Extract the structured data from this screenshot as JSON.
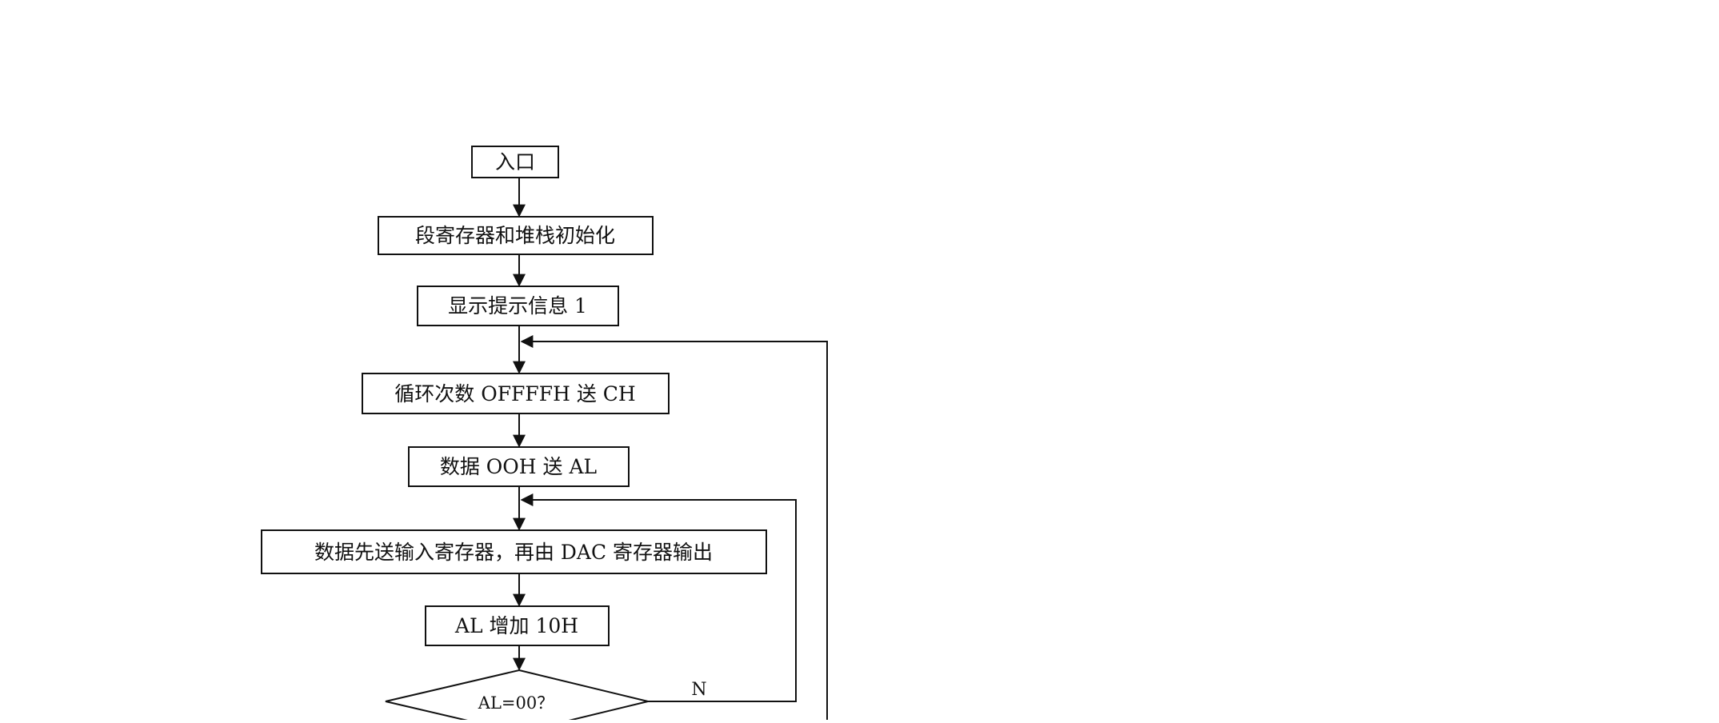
{
  "diagram": {
    "nodes": {
      "entry": "入口",
      "init_segment_stack": "段寄存器和堆栈初始化",
      "show_prompt_1": "显示提示信息 1",
      "loop_count": "循环次数 OFFFFH 送 CH",
      "data_to_al": "数据 OOH 送 AL",
      "dac_output": "数据先送输入寄存器，再由 DAC 寄存器输出",
      "al_add": "AL 增加 10H",
      "decision_al": "AL=00？"
    },
    "edge_labels": {
      "decision_no": "N"
    },
    "colors": {
      "line": "#111111",
      "background": "#ffffff"
    }
  }
}
